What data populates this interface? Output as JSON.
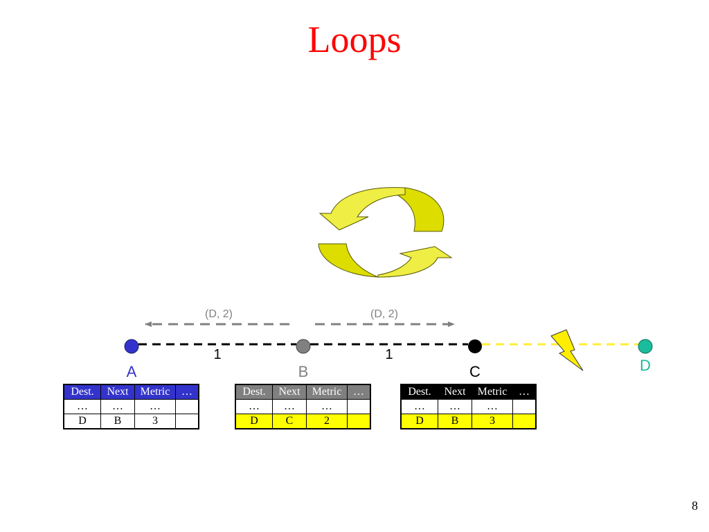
{
  "title": "Loops",
  "colors": {
    "title": "#ff0000",
    "node_a": "#3333cc",
    "node_b": "#808080",
    "node_c": "#000000",
    "node_d": "#1abc9c",
    "link_dashed": "#000000",
    "broken_link": "#ffee33",
    "arrow_gray": "#808080",
    "highlight": "#ffff00",
    "cycle_arrows": "#dddd00"
  },
  "nodes": {
    "a": "A",
    "b": "B",
    "c": "C",
    "d": "D"
  },
  "links": {
    "ab_cost": "1",
    "bc_cost": "1"
  },
  "messages": {
    "b_to_a": "(D, 2)",
    "b_to_c": "(D, 2)"
  },
  "icons": {
    "cycle": "cycle-arrows-icon",
    "break": "lightning-bolt-icon"
  },
  "tables": {
    "a": {
      "header": [
        "Dest.",
        "Next",
        "Metric",
        "…"
      ],
      "row1": [
        "…",
        "…",
        "…",
        ""
      ],
      "row2": [
        "D",
        "B",
        "3",
        ""
      ],
      "header_bg": "#3333cc",
      "row2_bg": "#ffffff"
    },
    "b": {
      "header": [
        "Dest.",
        "Next",
        "Metric",
        "…"
      ],
      "row1": [
        "…",
        "…",
        "…",
        ""
      ],
      "row2": [
        "D",
        "C",
        "2",
        ""
      ],
      "header_bg": "#808080",
      "row2_bg": "#ffff00"
    },
    "c": {
      "header": [
        "Dest.",
        "Next",
        "Metric",
        "…"
      ],
      "row1": [
        "…",
        "…",
        "…",
        ""
      ],
      "row2": [
        "D",
        "B",
        "3",
        ""
      ],
      "header_bg": "#000000",
      "row2_bg": "#ffff00"
    }
  },
  "page_number": "8"
}
